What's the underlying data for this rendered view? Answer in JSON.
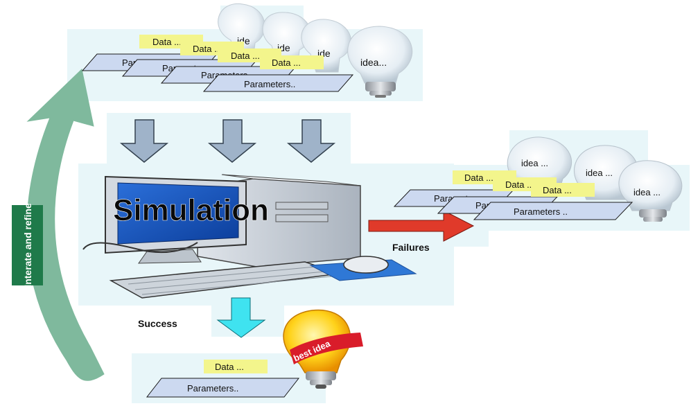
{
  "loop_label": "Interate and refine",
  "top_group": {
    "data_notes": [
      "Data ...",
      "Data ...",
      "Data ...",
      "Data ..."
    ],
    "parameters": [
      "Parameters..",
      "Parameters..",
      "Parameters..",
      "Parameters.."
    ],
    "bulbs": [
      "ide",
      "ide",
      "ide",
      "idea..."
    ]
  },
  "simulation": {
    "title": "Simulation"
  },
  "failures": {
    "label": "Failures",
    "data_notes": [
      "Data ...",
      "Data ...",
      "Data ..."
    ],
    "parameters": [
      "Parameters ..",
      "Parameters ..",
      "Parameters .."
    ],
    "bulbs": [
      "idea ...",
      "idea ...",
      "idea ..."
    ]
  },
  "success": {
    "label": "Success",
    "data_note": "Data ...",
    "parameters": "Parameters..",
    "best_idea": "best idea"
  },
  "colors": {
    "loop_arrow": "#7fb99d",
    "loop_label_bg": "#1f7a4a",
    "panel": "#e8f6f9",
    "param_sheet": "#ccd9f0",
    "data_note": "#f3f58c",
    "down_arrow": "#9fb3c9",
    "fail_arrow": "#e03a2a",
    "success_arrow": "#3fe3f0"
  }
}
